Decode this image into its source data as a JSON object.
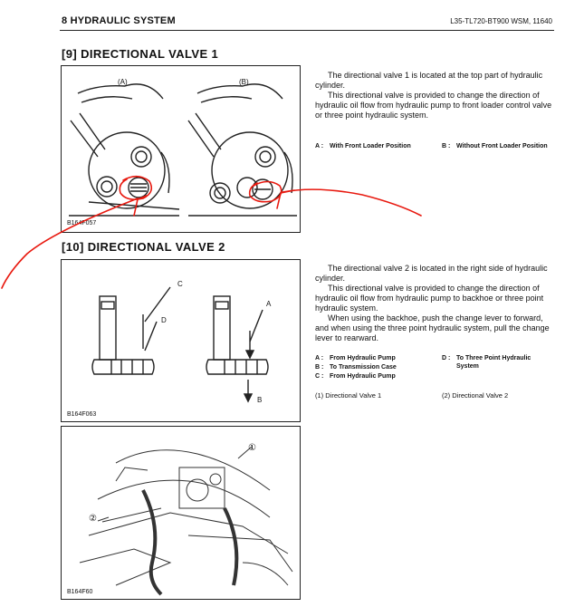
{
  "header": {
    "left": "8 HYDRAULIC SYSTEM",
    "right": "L35-TL720-BT900  WSM, 11640"
  },
  "section9": {
    "title": "[9] DIRECTIONAL VALVE 1",
    "fig_label_a": "(A)",
    "fig_label_b": "(B)",
    "fig_code": "B164F057",
    "para1": "The directional valve 1 is located at the top part of hydraulic cylinder.",
    "para2": "This directional valve is provided to change the direction of hydraulic oil flow from hydraulic pump to front loader control valve or three point hydraulic system.",
    "legend_a_key": "A :",
    "legend_a_text": "With Front Loader Position",
    "legend_b_key": "B :",
    "legend_b_text": "Without Front Loader Position"
  },
  "section10": {
    "title": "[10] DIRECTIONAL VALVE 2",
    "fig1_code": "B164F063",
    "fig2_code": "B164F60",
    "lbl_a": "A",
    "lbl_b": "B",
    "lbl_c": "C",
    "lbl_d": "D",
    "num1": "①",
    "num2": "②",
    "para1": "The directional valve 2 is located in the right side of hydraulic cylinder.",
    "para2": "This directional valve is provided to change the direction of hydraulic oil flow from hydraulic pump to backhoe or three point hydraulic system.",
    "para3": "When using the backhoe, push the change lever to forward, and when using the three point hydraulic system, pull the change lever to rearward.",
    "legend": [
      {
        "key": "A :",
        "text": "From Hydraulic Pump"
      },
      {
        "key": "B :",
        "text": "To Transmission Case"
      },
      {
        "key": "C :",
        "text": "From Hydraulic Pump"
      }
    ],
    "legend_d_key": "D :",
    "legend_d_text": "To Three Point Hydraulic System",
    "cap1": "(1)  Directional Valve 1",
    "cap2": "(2)  Directional Valve 2"
  },
  "annotation_color": "#e8190f"
}
